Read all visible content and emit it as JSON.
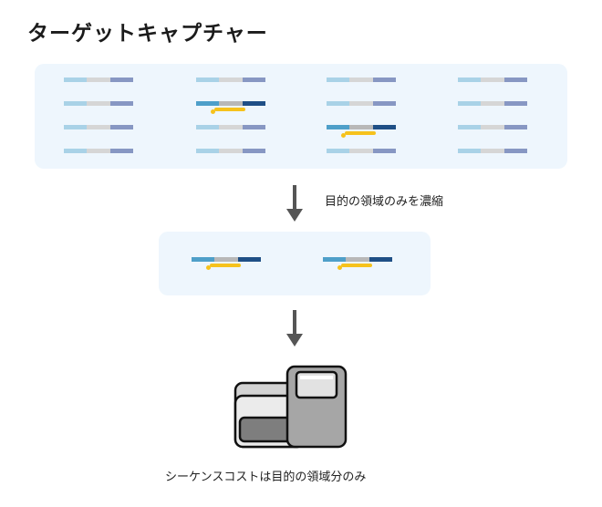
{
  "title": "ターゲットキャプチャー",
  "steps": {
    "enrich_label": "目的の領域のみを濃縮",
    "cost_label": "シーケンスコストは目的の領域分のみ"
  },
  "colors": {
    "panel_bg": "#eef6fd",
    "fragment_plain": [
      "#a9d2e7",
      "#d6d6d6",
      "#8797c3"
    ],
    "fragment_target": [
      "#4e9fc9",
      "#b8b8b8",
      "#1f4f86"
    ],
    "probe": "#f6c21c",
    "arrow": "#555555"
  },
  "library": {
    "rows": 4,
    "columns": 4,
    "target_fragments": [
      {
        "row": 2,
        "column": 2
      },
      {
        "row": 3,
        "column": 3
      }
    ]
  },
  "enriched": {
    "fragment_count": 2
  },
  "icons": {
    "arrow": "down-arrow-icon",
    "sequencer": "sequencer-icon",
    "probe": "capture-probe-icon"
  }
}
